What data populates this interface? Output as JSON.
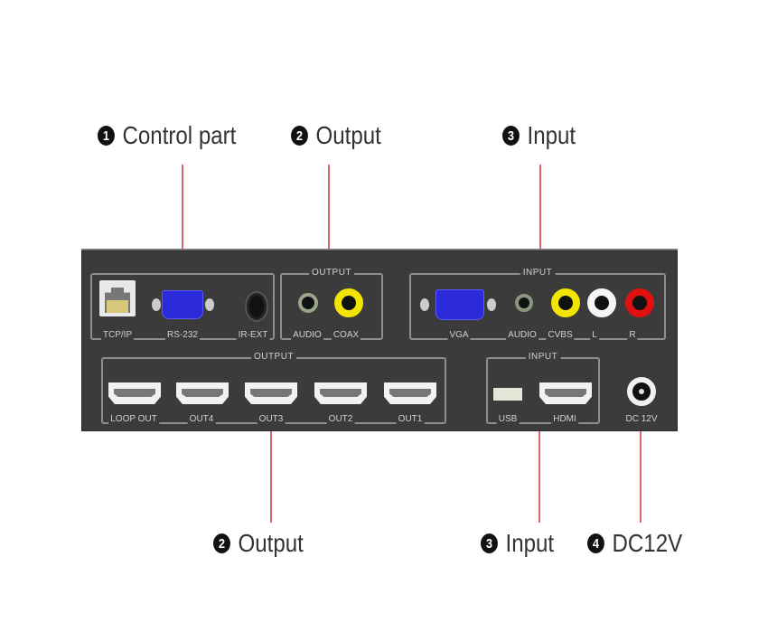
{
  "callouts": {
    "top": [
      {
        "num": "1",
        "label": "Control part"
      },
      {
        "num": "2",
        "label": "Output"
      },
      {
        "num": "3",
        "label": "Input"
      }
    ],
    "bottom": [
      {
        "num": "2",
        "label": "Output"
      },
      {
        "num": "3",
        "label": "Input"
      },
      {
        "num": "4",
        "label": "DC12V"
      }
    ]
  },
  "panel": {
    "groups": {
      "control": {
        "ports": [
          "TCP/IP",
          "RS-232",
          "IR-EXT"
        ]
      },
      "audio_output": {
        "title": "OUTPUT",
        "ports": [
          "AUDIO",
          "COAX"
        ]
      },
      "av_input": {
        "title": "INPUT",
        "ports": [
          "VGA",
          "AUDIO",
          "CVBS",
          "L",
          "R"
        ]
      },
      "hdmi_output": {
        "title": "OUTPUT",
        "ports": [
          "LOOP OUT",
          "OUT4",
          "OUT3",
          "OUT2",
          "OUT1"
        ]
      },
      "digital_input": {
        "title": "INPUT",
        "ports": [
          "USB",
          "HDMI"
        ]
      },
      "power": {
        "ports": [
          "DC 12V"
        ]
      }
    }
  },
  "colors": {
    "panel": "#3b3b3c",
    "leader_line": "#d66666",
    "vga": "#2a2ad8",
    "coax": "#f2e600",
    "cvbs": "#f2e600",
    "audio_l": "#ffffff",
    "audio_r": "#e01010"
  }
}
